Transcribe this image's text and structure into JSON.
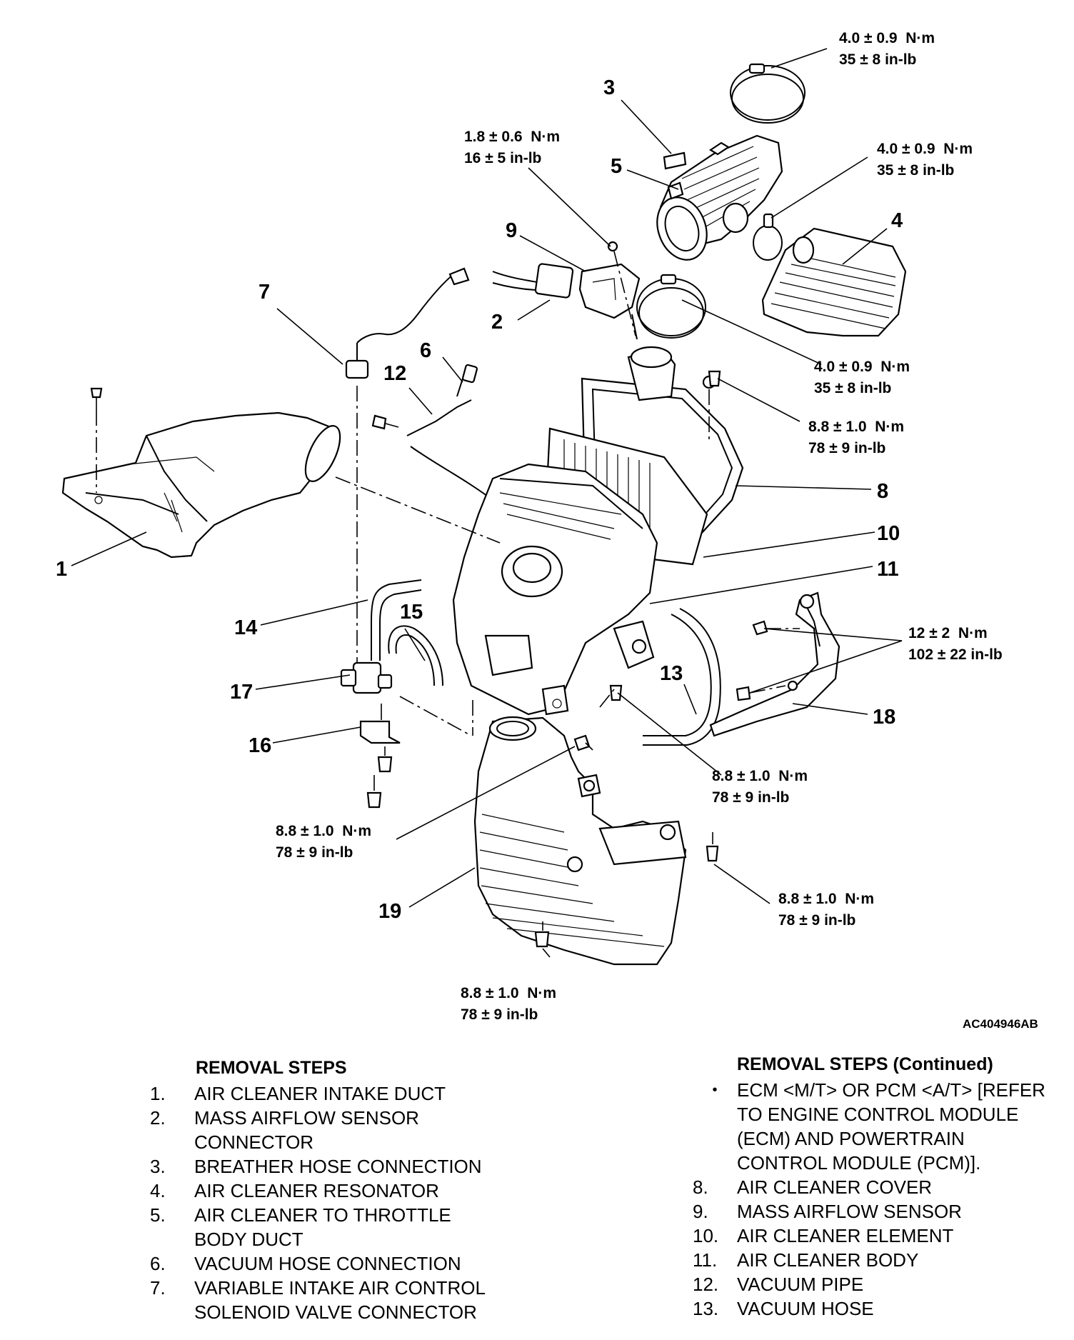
{
  "figure_id": "AC404946AB",
  "callouts": [
    {
      "num": "1"
    },
    {
      "num": "2"
    },
    {
      "num": "3"
    },
    {
      "num": "4"
    },
    {
      "num": "5"
    },
    {
      "num": "6"
    },
    {
      "num": "7"
    },
    {
      "num": "8"
    },
    {
      "num": "9"
    },
    {
      "num": "10"
    },
    {
      "num": "11"
    },
    {
      "num": "12"
    },
    {
      "num": "13"
    },
    {
      "num": "14"
    },
    {
      "num": "15"
    },
    {
      "num": "16"
    },
    {
      "num": "17"
    },
    {
      "num": "18"
    },
    {
      "num": "19"
    }
  ],
  "torque_specs": [
    {
      "metric": "4.0 ± 0.9  N·m",
      "imperial": "35 ± 8 in-lb"
    },
    {
      "metric": "1.8 ± 0.6  N·m",
      "imperial": "16 ± 5 in-lb"
    },
    {
      "metric": "4.0 ± 0.9  N·m",
      "imperial": "35 ± 8 in-lb"
    },
    {
      "metric": "4.0 ± 0.9  N·m",
      "imperial": "35 ± 8 in-lb"
    },
    {
      "metric": "8.8 ± 1.0  N·m",
      "imperial": "78 ± 9 in-lb"
    },
    {
      "metric": "12 ± 2  N·m",
      "imperial": "102 ± 22 in-lb"
    },
    {
      "metric": "8.8 ± 1.0  N·m",
      "imperial": "78 ± 9 in-lb"
    },
    {
      "metric": "8.8 ± 1.0  N·m",
      "imperial": "78 ± 9 in-lb"
    },
    {
      "metric": "8.8 ± 1.0  N·m",
      "imperial": "78 ± 9 in-lb"
    },
    {
      "metric": "8.8 ± 1.0  N·m",
      "imperial": "78 ± 9 in-lb"
    }
  ],
  "removal_steps": {
    "title": "REMOVAL STEPS",
    "items": [
      {
        "num": "1.",
        "text": "AIR CLEANER INTAKE DUCT"
      },
      {
        "num": "2.",
        "text": "MASS AIRFLOW SENSOR CONNECTOR"
      },
      {
        "num": "3.",
        "text": "BREATHER HOSE CONNECTION"
      },
      {
        "num": "4.",
        "text": "AIR CLEANER RESONATOR"
      },
      {
        "num": "5.",
        "text": "AIR CLEANER TO THROTTLE BODY DUCT"
      },
      {
        "num": "6.",
        "text": "VACUUM HOSE CONNECTION"
      },
      {
        "num": "7.",
        "text": "VARIABLE INTAKE AIR CONTROL SOLENOID VALVE CONNECTOR"
      }
    ]
  },
  "removal_steps_continued": {
    "title": "REMOVAL STEPS (Continued)",
    "items": [
      {
        "num": "•",
        "text": "ECM <M/T> OR PCM <A/T> [REFER TO ENGINE CONTROL MODULE (ECM) AND POWERTRAIN CONTROL MODULE (PCM)]."
      },
      {
        "num": "8.",
        "text": "AIR CLEANER COVER"
      },
      {
        "num": "9.",
        "text": "MASS AIRFLOW SENSOR"
      },
      {
        "num": "10.",
        "text": "AIR CLEANER ELEMENT"
      },
      {
        "num": "11.",
        "text": "AIR CLEANER BODY"
      },
      {
        "num": "12.",
        "text": "VACUUM PIPE"
      },
      {
        "num": "13.",
        "text": "VACUUM HOSE"
      }
    ]
  }
}
